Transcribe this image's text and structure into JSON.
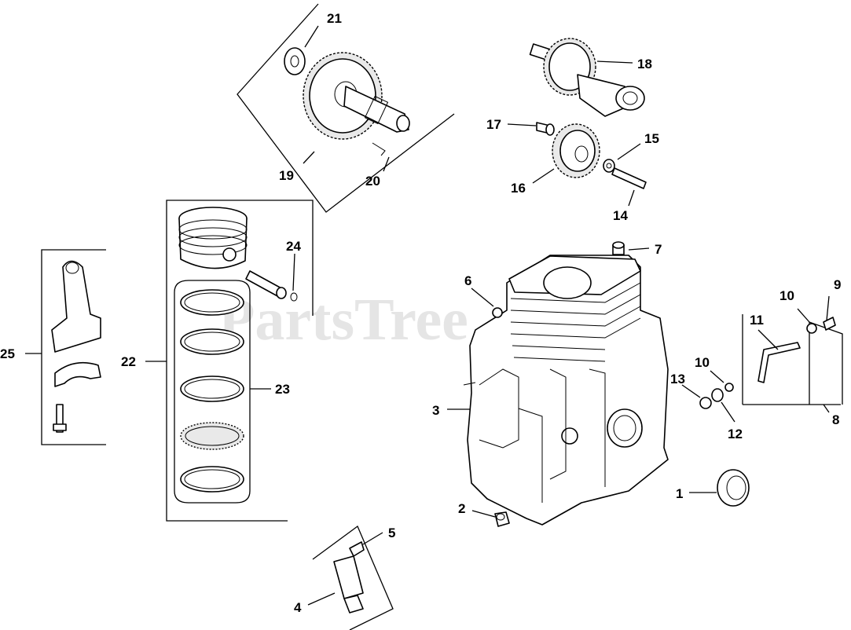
{
  "watermark": "PartsTree",
  "labels": {
    "l1": "1",
    "l2": "2",
    "l3": "3",
    "l4": "4",
    "l5": "5",
    "l6": "6",
    "l7": "7",
    "l8": "8",
    "l9": "9",
    "l10a": "10",
    "l10b": "10",
    "l11": "11",
    "l12": "12",
    "l13": "13",
    "l14": "14",
    "l15": "15",
    "l16": "16",
    "l17": "17",
    "l18": "18",
    "l19": "19",
    "l20": "20",
    "l21": "21",
    "l22": "22",
    "l23": "23",
    "l24": "24",
    "l25": "25"
  }
}
